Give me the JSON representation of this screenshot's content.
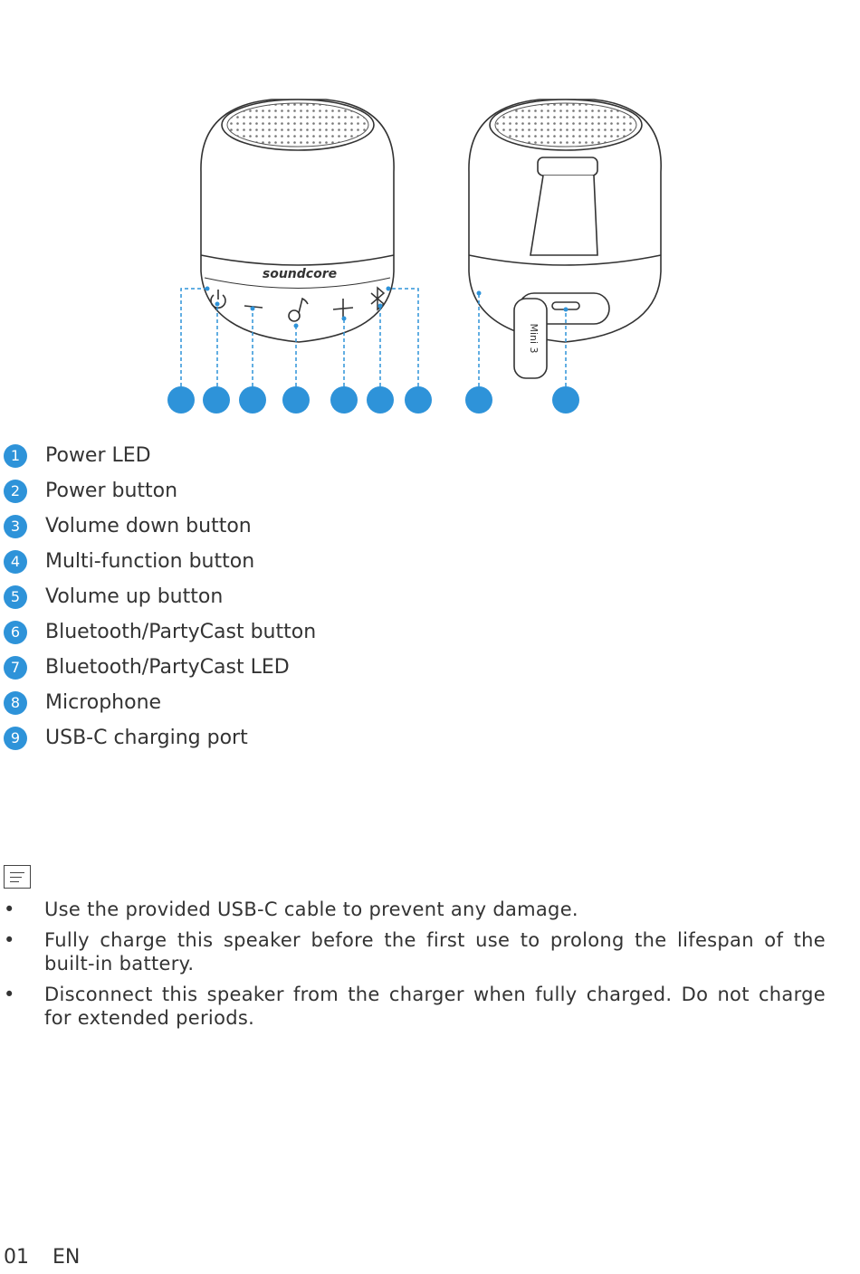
{
  "diagram": {
    "brand_logo": "soundcore",
    "model_label": "Mini 3",
    "accent_color": "#2e93d9",
    "icons": [
      "power-icon",
      "minus-icon",
      "music-note-icon",
      "plus-icon",
      "bluetooth-icon"
    ]
  },
  "legend": [
    {
      "num": "1",
      "label": "Power LED"
    },
    {
      "num": "2",
      "label": "Power button"
    },
    {
      "num": "3",
      "label": "Volume down button"
    },
    {
      "num": "4",
      "label": "Multi-function button"
    },
    {
      "num": "5",
      "label": "Volume up button"
    },
    {
      "num": "6",
      "label": "Bluetooth/PartyCast button"
    },
    {
      "num": "7",
      "label": "Bluetooth/PartyCast LED"
    },
    {
      "num": "8",
      "label": "Microphone"
    },
    {
      "num": "9",
      "label": "USB-C charging port"
    }
  ],
  "notes": [
    "Use the provided USB-C cable to prevent any damage.",
    "Fully charge this speaker before the first use to prolong the lifespan of the built-in battery.",
    "Disconnect this speaker from the charger when fully charged. Do not charge for extended periods."
  ],
  "bullet_char": "•",
  "footer": {
    "page": "01",
    "lang": "EN"
  }
}
